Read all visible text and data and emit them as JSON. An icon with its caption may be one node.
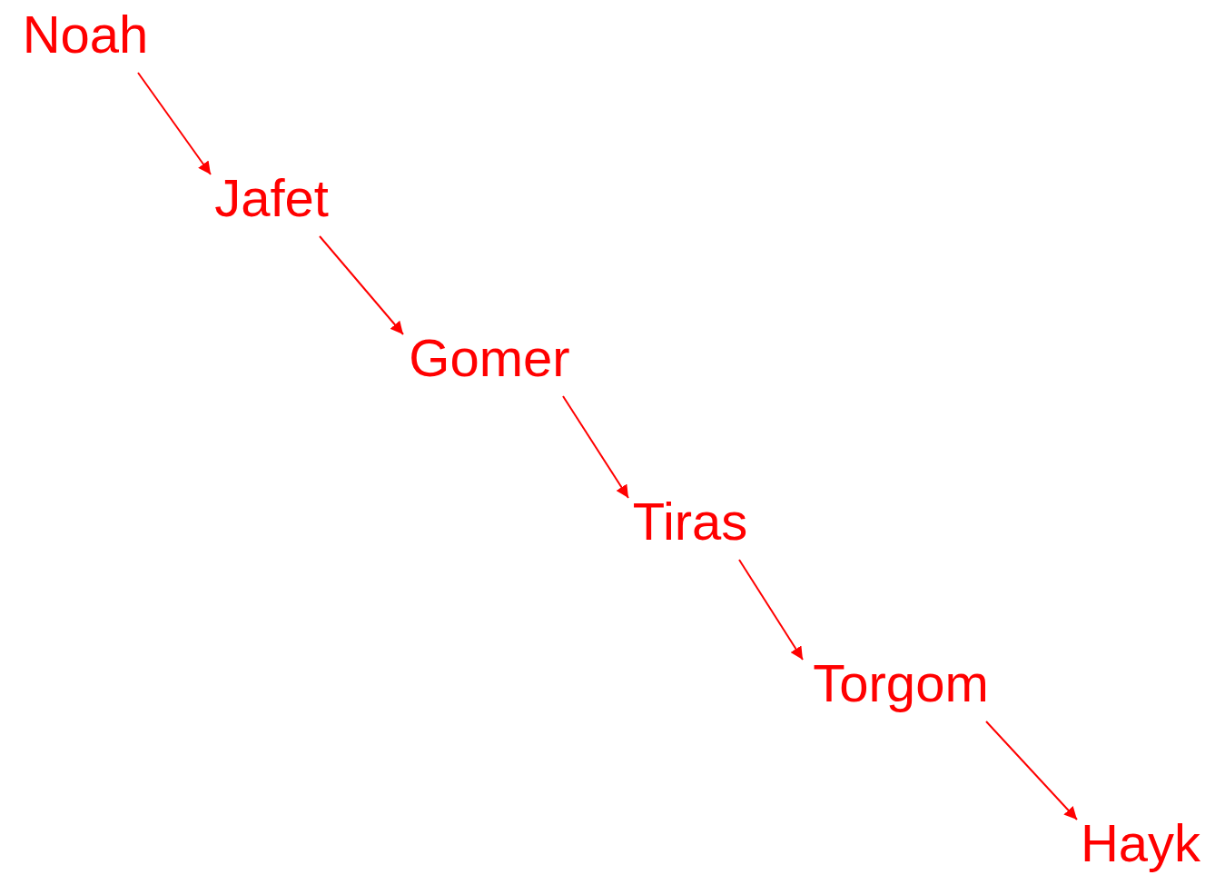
{
  "diagram": {
    "nodes": [
      {
        "text": [
          "Noah"
        ]
      },
      {
        "text": [
          "Jafet"
        ]
      },
      {
        "text": [
          "Gomer"
        ]
      },
      {
        "text": [
          "Tiras"
        ]
      },
      {
        "text": [
          "Torgom"
        ]
      },
      {
        "text": [
          "Hayk"
        ]
      }
    ],
    "edges": [
      {
        "from": 0,
        "to": 1,
        "arrow": "to"
      },
      {
        "from": 1,
        "to": 2,
        "arrow": "to"
      },
      {
        "from": 2,
        "to": 3,
        "arrow": "to"
      },
      {
        "from": 3,
        "to": 4,
        "arrow": "to"
      },
      {
        "from": 4,
        "to": 5,
        "arrow": "to"
      }
    ]
  }
}
